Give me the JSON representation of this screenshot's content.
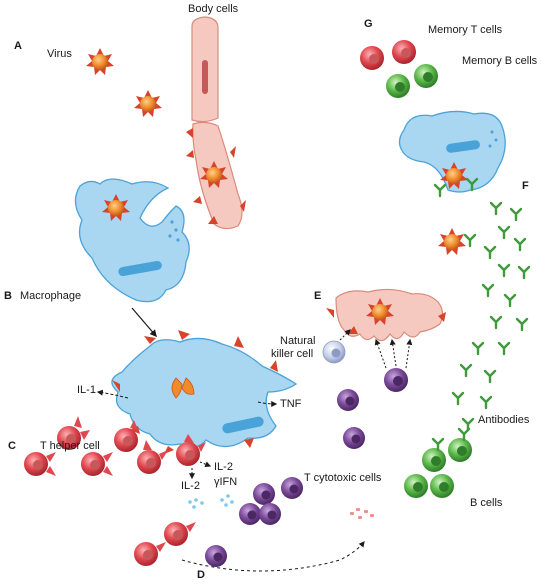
{
  "panels": {
    "a": "A",
    "b": "B",
    "c": "C",
    "d": "D",
    "e": "E",
    "f": "F",
    "g": "G"
  },
  "labels": {
    "virus": "Virus",
    "body_cells": "Body cells",
    "macrophage": "Macrophage",
    "memory_t": "Memory T cells",
    "memory_b": "Memory B cells",
    "nk_line1": "Natural",
    "nk_line2": "killer cell",
    "il1": "IL-1",
    "tnf": "TNF",
    "t_helper": "T helper cell",
    "il2_a": "IL-2",
    "il2_b": "IL-2",
    "ifn": "γIFN",
    "t_cytotoxic": "T cytotoxic cells",
    "antibodies": "Antibodies",
    "b_cells": "B cells"
  },
  "colors": {
    "macrophage": "#a9d6f1",
    "macrophage_edge": "#4aa3d8",
    "body_cell": "#f6c9c0",
    "body_cell_edge": "#d98b7c",
    "virus": "#f08a2c",
    "virus_spike": "#d9432b",
    "t_cell": "#e0474f",
    "b_cell": "#5ab848",
    "cytotoxic": "#7b4a9a",
    "nk_cell": "#b9c6e4",
    "antibody": "#3f9a3a"
  }
}
